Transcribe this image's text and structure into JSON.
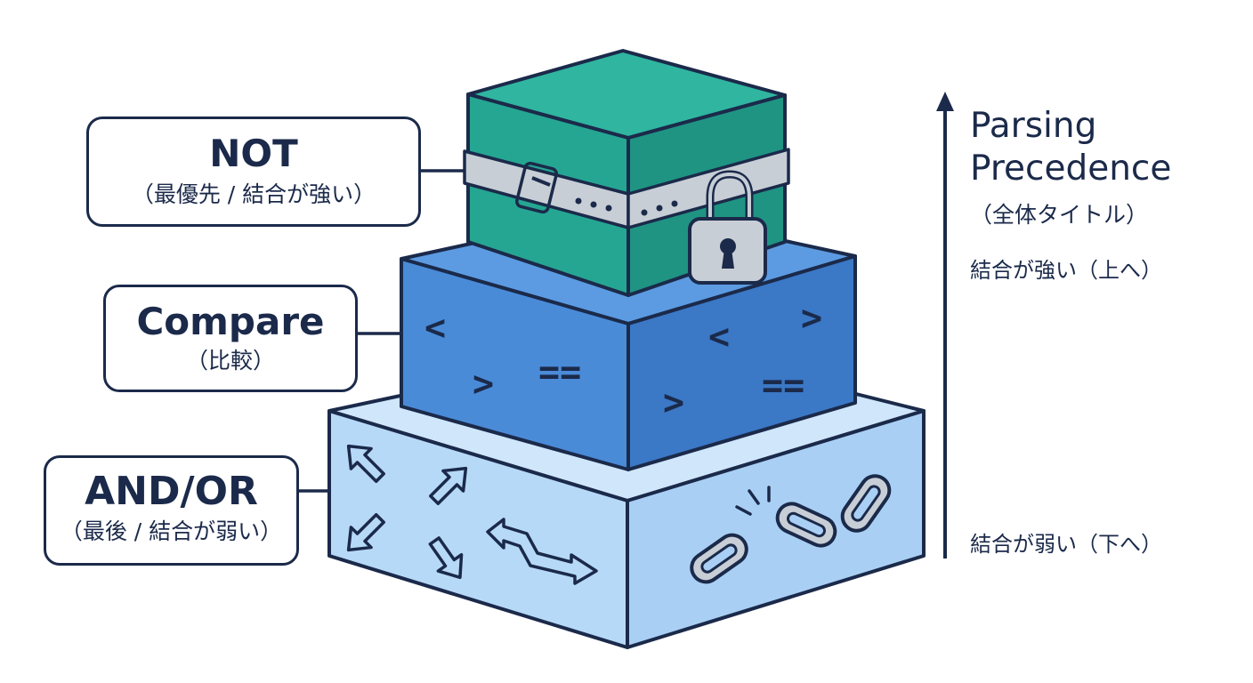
{
  "layers": [
    {
      "name": "NOT",
      "subtitle": "（最優先 / 結合が強い）",
      "color_top": "#2fb5a0",
      "color_front": "#25a693",
      "color_side": "#1f9483"
    },
    {
      "name": "Compare",
      "subtitle": "（比較）",
      "color_top": "#5c9be2",
      "color_front": "#4a8bd8",
      "color_side": "#3b78c6"
    },
    {
      "name": "AND/OR",
      "subtitle": "（最後 / 結合が弱い）",
      "color_top": "#cfe6fb",
      "color_front": "#b7d9f8",
      "color_side": "#a9d0f4"
    }
  ],
  "compare_symbols": [
    "<",
    ">",
    "==",
    "<",
    ">",
    "=="
  ],
  "icons": [
    "belt-icon",
    "padlock-icon",
    "arrow-icon",
    "chain-link-icon"
  ],
  "title": {
    "line1": "Parsing",
    "line2": "Precedence",
    "subtitle": "（全体タイトル）"
  },
  "axis": {
    "top_label": "結合が強い（上へ）",
    "bottom_label": "結合が弱い（下へ）"
  },
  "colors": {
    "outline": "#1b2a4a",
    "metal": "#c8ced6"
  }
}
